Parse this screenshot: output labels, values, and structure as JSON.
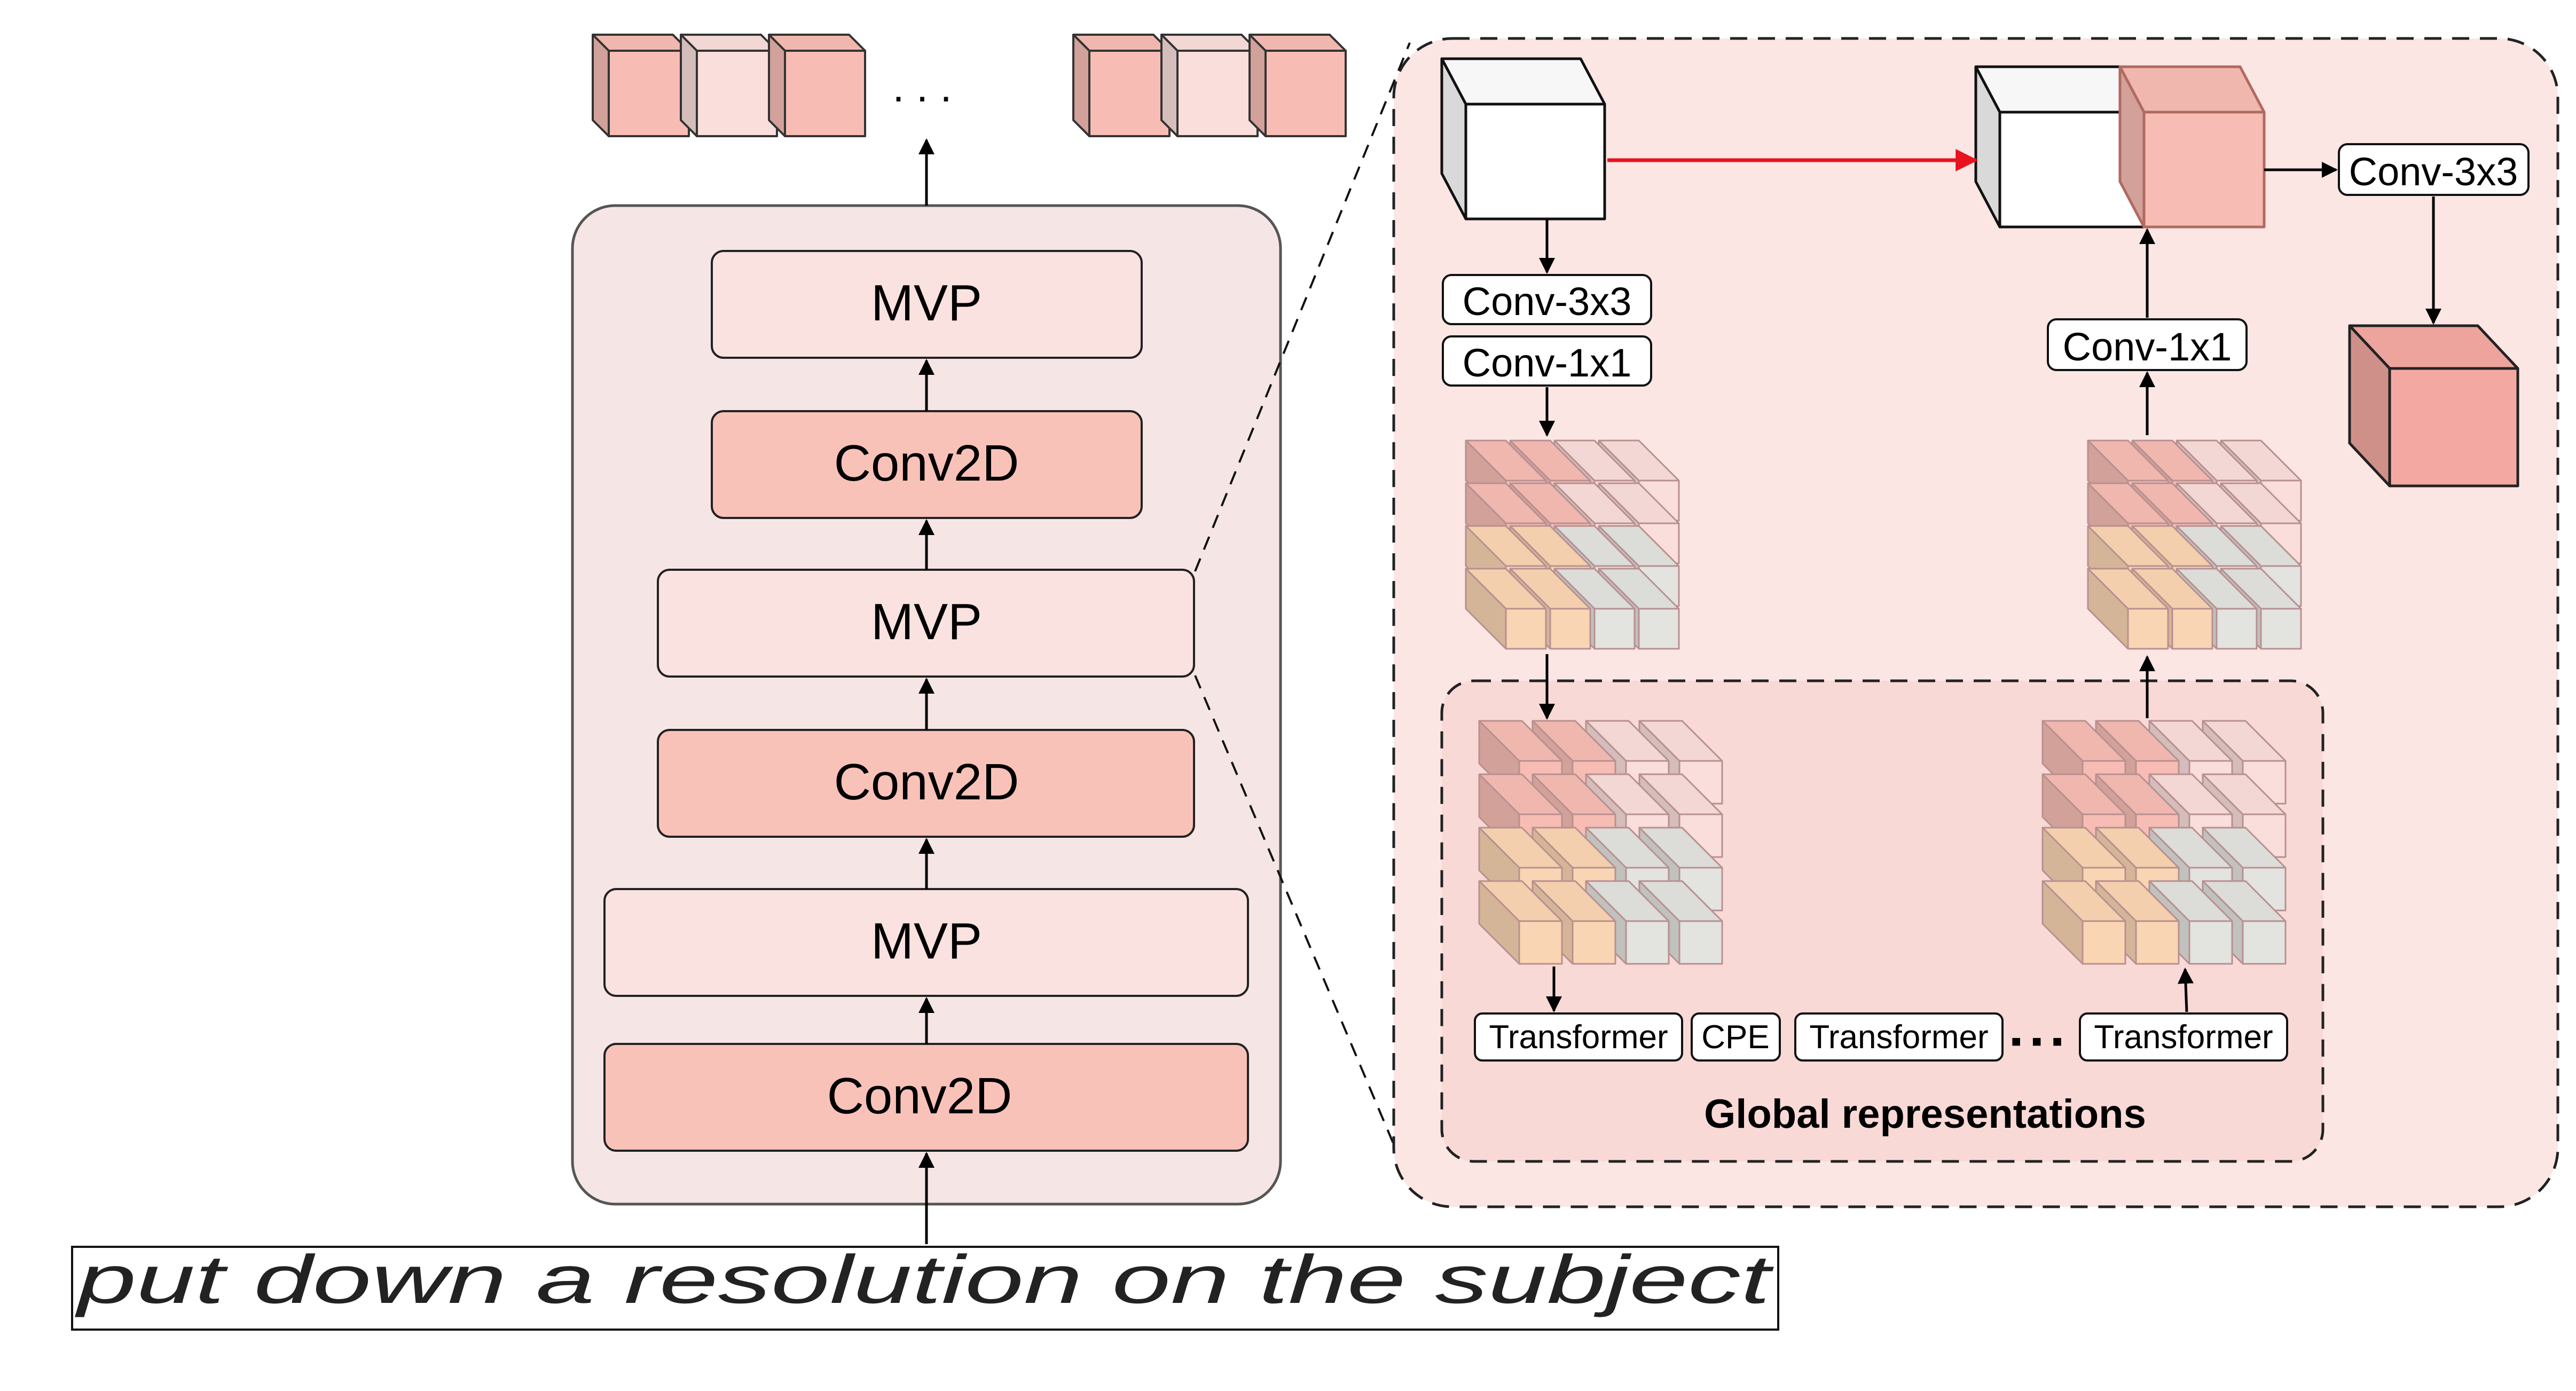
{
  "backbone": {
    "blocks": [
      {
        "label": "MVP",
        "kind": "mvp"
      },
      {
        "label": "Conv2D",
        "kind": "conv"
      },
      {
        "label": "MVP",
        "kind": "mvp"
      },
      {
        "label": "Conv2D",
        "kind": "conv"
      },
      {
        "label": "MVP",
        "kind": "mvp"
      },
      {
        "label": "Conv2D",
        "kind": "conv"
      }
    ],
    "output_ellipsis": ". . ."
  },
  "input_image": {
    "handwritten_text": "put down a resolution on the subject"
  },
  "detail": {
    "conv3x3_top": "Conv-3x3",
    "conv1x1_left": "Conv-1x1",
    "conv1x1_right": "Conv-1x1",
    "conv3x3_right": "Conv-3x3",
    "global_title": "Global representations",
    "transformer_row": [
      "Transformer",
      "CPE",
      "Transformer",
      "Transformer"
    ],
    "row_ellipsis": "■ ■ ■"
  },
  "colors": {
    "panel_bg": "#f5e6e5",
    "mvp_fill": "#fae2e0",
    "conv_fill": "#f9c2b9",
    "detail_bg": "#fbe6e4",
    "global_bg": "#f9d9d6",
    "red_arrow": "#e8131e",
    "cube_red": "#f7bdb4",
    "cube_light": "#f9dedb",
    "cube_orange": "#fad5b3",
    "cube_gray": "#e3e3e0"
  }
}
